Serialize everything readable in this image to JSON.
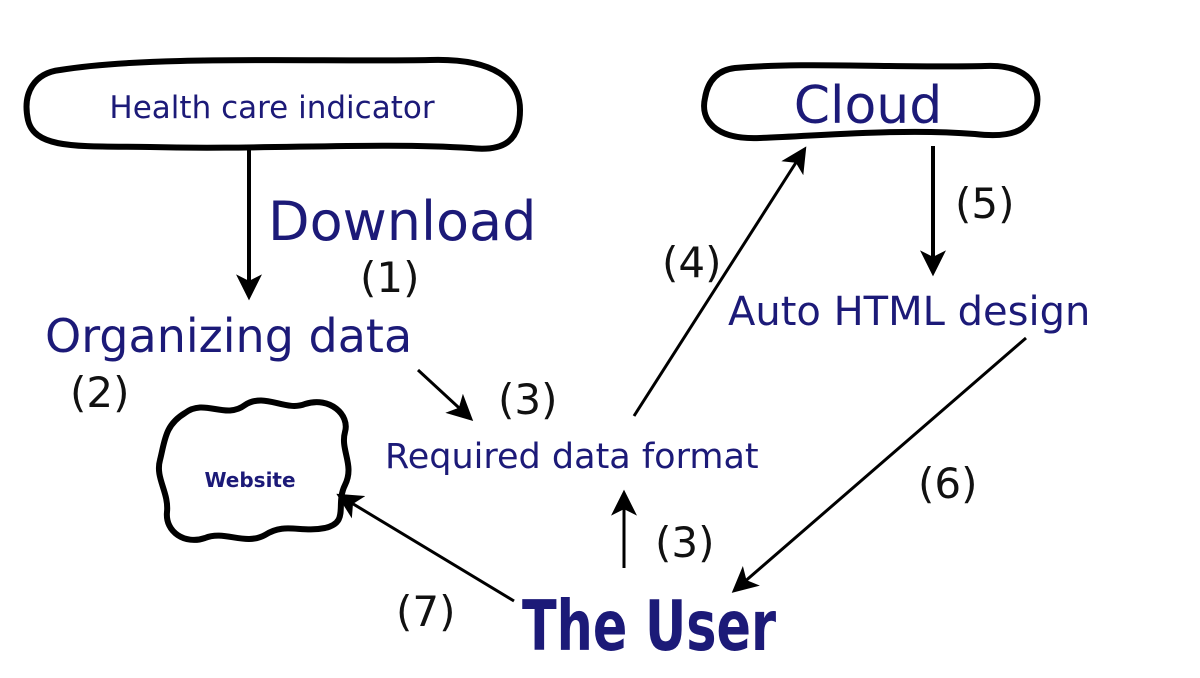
{
  "nodes": {
    "health_indicator": "Health care indicator",
    "cloud": "Cloud",
    "organizing": "Organizing data",
    "required_format": "Required data format",
    "auto_html": "Auto HTML design",
    "website": "Website",
    "user": "The User"
  },
  "edges": {
    "download": "Download"
  },
  "steps": {
    "s1": "(1)",
    "s2": "(2)",
    "s3a": "(3)",
    "s3b": "(3)",
    "s4": "(4)",
    "s5": "(5)",
    "s6": "(6)",
    "s7": "(7)"
  },
  "colors": {
    "text": "#1c1a78",
    "stroke": "#000000",
    "background": "#ffffff"
  }
}
